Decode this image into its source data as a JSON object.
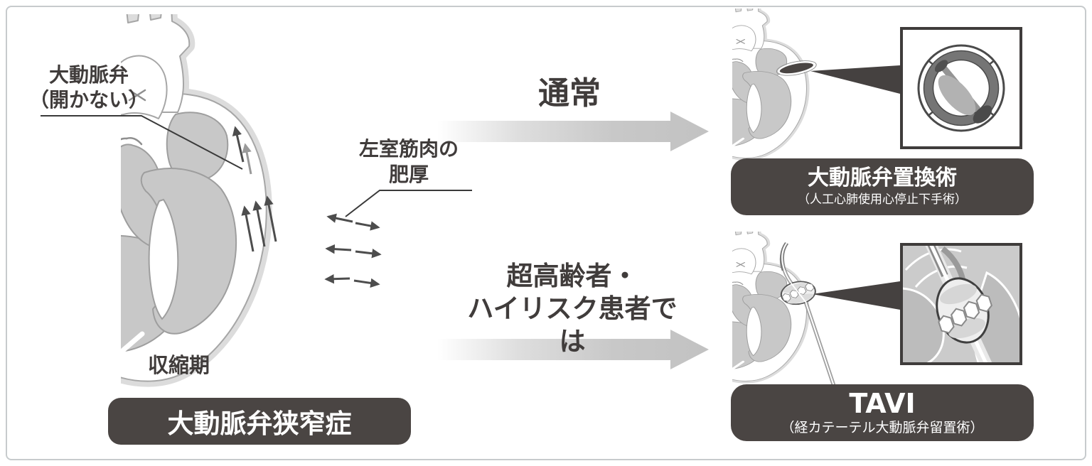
{
  "figure": {
    "left": {
      "annotations": {
        "aortic_valve": {
          "line1": "大動脈弁",
          "line2": "（開かない）"
        },
        "lv_hypertrophy": {
          "line1": "左室筋肉の",
          "line2": "肥厚"
        },
        "phase": "収縮期"
      },
      "caption": "大動脈弁狭窄症"
    },
    "branches": {
      "normal": {
        "condition": "通常",
        "result_title": "大動脈弁置換術",
        "result_subtitle": "（人工心肺使用心停止下手術）"
      },
      "high_risk": {
        "condition_line1": "超高齢者・",
        "condition_line2": "ハイリスク患者では",
        "result_title": "TAVI",
        "result_subtitle": "（経カテーテル大動脈弁留置術）"
      }
    },
    "icons": {
      "flow_arrow": "gradient-right-arrow",
      "callout_wedge": "zoom-pointer-triangle",
      "mechanical_valve": "tilting-disc-prosthetic-valve",
      "tavi_valve": "stent-valve-on-catheter",
      "jet_arrows": "blood-flow-up-arrows",
      "wall_arrows": "wall-thickening-double-arrows"
    },
    "colors": {
      "ink": "#403c3b",
      "caption_bg": "#4a4543",
      "caption_text": "#ffffff",
      "heart_halo": "#dcdcdc",
      "heart_chamber": "#c8c8c8",
      "heart_outline": "#9e9e9e",
      "flow_arrow_gray": "#c2c2c2",
      "frame_border": "#c7cbcd"
    }
  }
}
